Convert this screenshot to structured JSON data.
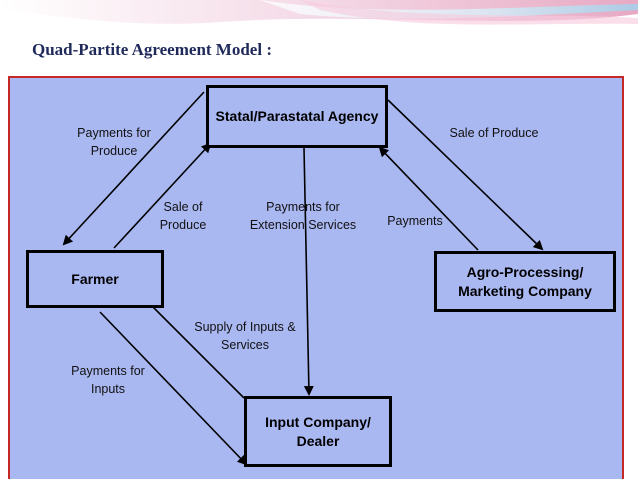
{
  "title": "Quad-Partite Agreement Model :",
  "boxes": {
    "statal": "Statal/Parastatal Agency",
    "farmer": "Farmer",
    "agro": "Agro-Processing/\nMarketing Company",
    "input": "Input Company/\nDealer"
  },
  "labels": {
    "payments_for_produce": "Payments for\nProduce",
    "sale_of_produce_left": "Sale of\nProduce",
    "payments_for_extension": "Payments for\nExtension Services",
    "payments": "Payments",
    "sale_of_produce_right": "Sale of Produce",
    "supply_of_inputs": "Supply of Inputs &\nServices",
    "payments_for_inputs": "Payments for\nInputs"
  },
  "colors": {
    "panel": "#aab8f2",
    "panel_border": "#c62828",
    "title": "#1f2a5a",
    "arrow": "#000000"
  }
}
